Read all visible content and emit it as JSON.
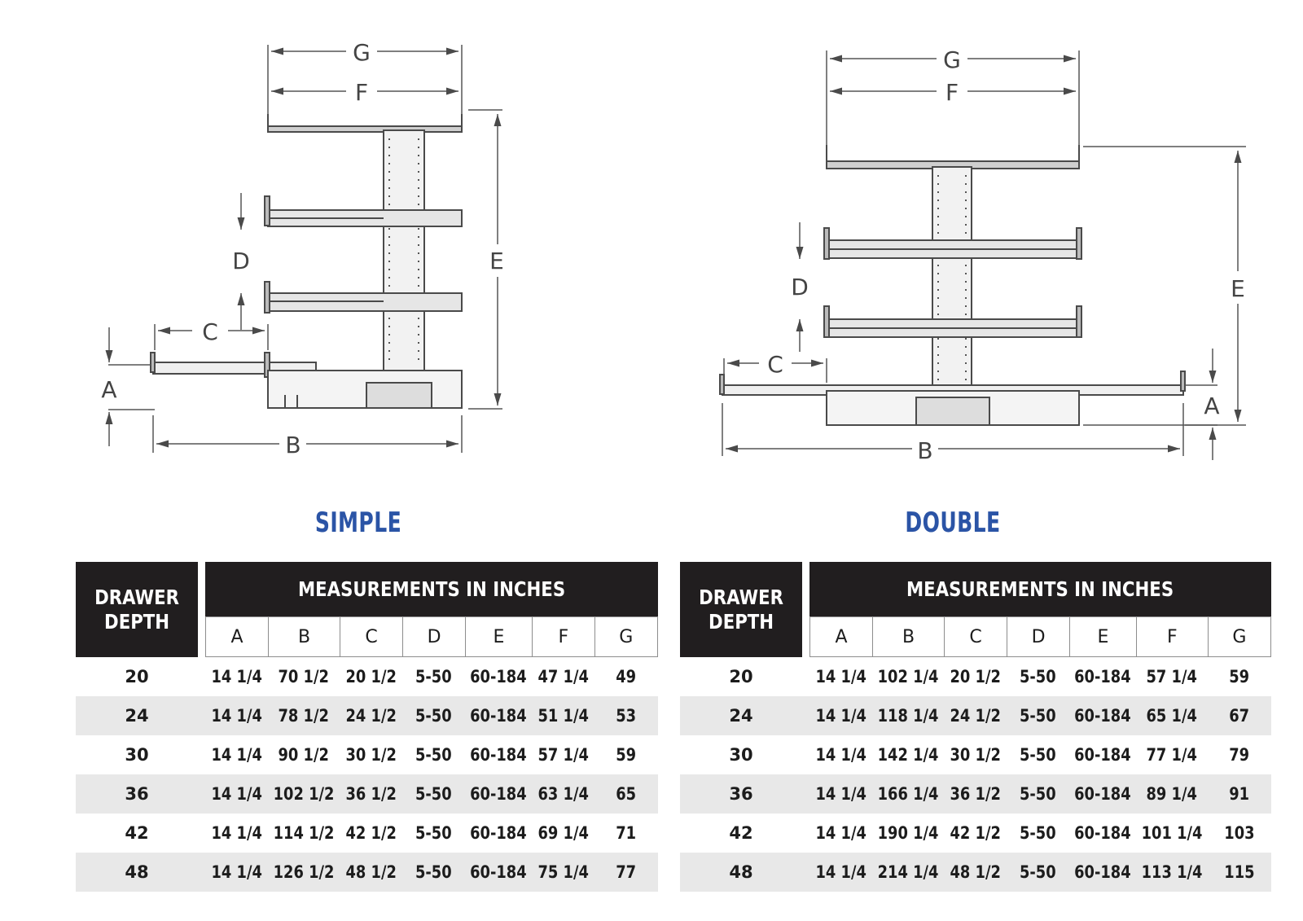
{
  "diagrams": {
    "simple": {
      "labels": [
        "G",
        "F",
        "E",
        "D",
        "C",
        "A",
        "B"
      ]
    },
    "double": {
      "labels": [
        "G",
        "F",
        "E",
        "D",
        "C",
        "A",
        "B"
      ]
    }
  },
  "sections": [
    {
      "title": "SIMPLE",
      "title_color": "#2b54a6",
      "header_left": "DRAWER DEPTH",
      "header_left_line1": "DRAWER",
      "header_left_line2": "DEPTH",
      "header_main": "MEASUREMENTS IN INCHES",
      "columns": [
        "A",
        "B",
        "C",
        "D",
        "E",
        "F",
        "G"
      ],
      "rows": [
        {
          "depth": "20",
          "values": [
            "14 1/4",
            "70 1/2",
            "20 1/2",
            "5-50",
            "60-184",
            "47 1/4",
            "49"
          ]
        },
        {
          "depth": "24",
          "values": [
            "14 1/4",
            "78 1/2",
            "24 1/2",
            "5-50",
            "60-184",
            "51 1/4",
            "53"
          ]
        },
        {
          "depth": "30",
          "values": [
            "14 1/4",
            "90 1/2",
            "30 1/2",
            "5-50",
            "60-184",
            "57 1/4",
            "59"
          ]
        },
        {
          "depth": "36",
          "values": [
            "14 1/4",
            "102 1/2",
            "36 1/2",
            "5-50",
            "60-184",
            "63 1/4",
            "65"
          ]
        },
        {
          "depth": "42",
          "values": [
            "14 1/4",
            "114 1/2",
            "42 1/2",
            "5-50",
            "60-184",
            "69 1/4",
            "71"
          ]
        },
        {
          "depth": "48",
          "values": [
            "14 1/4",
            "126 1/2",
            "48 1/2",
            "5-50",
            "60-184",
            "75 1/4",
            "77"
          ]
        }
      ]
    },
    {
      "title": "DOUBLE",
      "title_color": "#2b54a6",
      "header_left": "DRAWER DEPTH",
      "header_left_line1": "DRAWER",
      "header_left_line2": "DEPTH",
      "header_main": "MEASUREMENTS IN INCHES",
      "columns": [
        "A",
        "B",
        "C",
        "D",
        "E",
        "F",
        "G"
      ],
      "rows": [
        {
          "depth": "20",
          "values": [
            "14 1/4",
            "102 1/4",
            "20 1/2",
            "5-50",
            "60-184",
            "57 1/4",
            "59"
          ]
        },
        {
          "depth": "24",
          "values": [
            "14 1/4",
            "118 1/4",
            "24 1/2",
            "5-50",
            "60-184",
            "65 1/4",
            "67"
          ]
        },
        {
          "depth": "30",
          "values": [
            "14 1/4",
            "142 1/4",
            "30 1/2",
            "5-50",
            "60-184",
            "77 1/4",
            "79"
          ]
        },
        {
          "depth": "36",
          "values": [
            "14 1/4",
            "166 1/4",
            "36 1/2",
            "5-50",
            "60-184",
            "89 1/4",
            "91"
          ]
        },
        {
          "depth": "42",
          "values": [
            "14 1/4",
            "190 1/4",
            "42 1/2",
            "5-50",
            "60-184",
            "101 1/4",
            "103"
          ]
        },
        {
          "depth": "48",
          "values": [
            "14 1/4",
            "214 1/4",
            "48 1/2",
            "5-50",
            "60-184",
            "113 1/4",
            "115"
          ]
        }
      ]
    }
  ],
  "colors": {
    "header_bg": "#211e1f",
    "row_shade": "#e8e8e8",
    "title_blue": "#2b54a6",
    "line": "#5a5a5a"
  }
}
